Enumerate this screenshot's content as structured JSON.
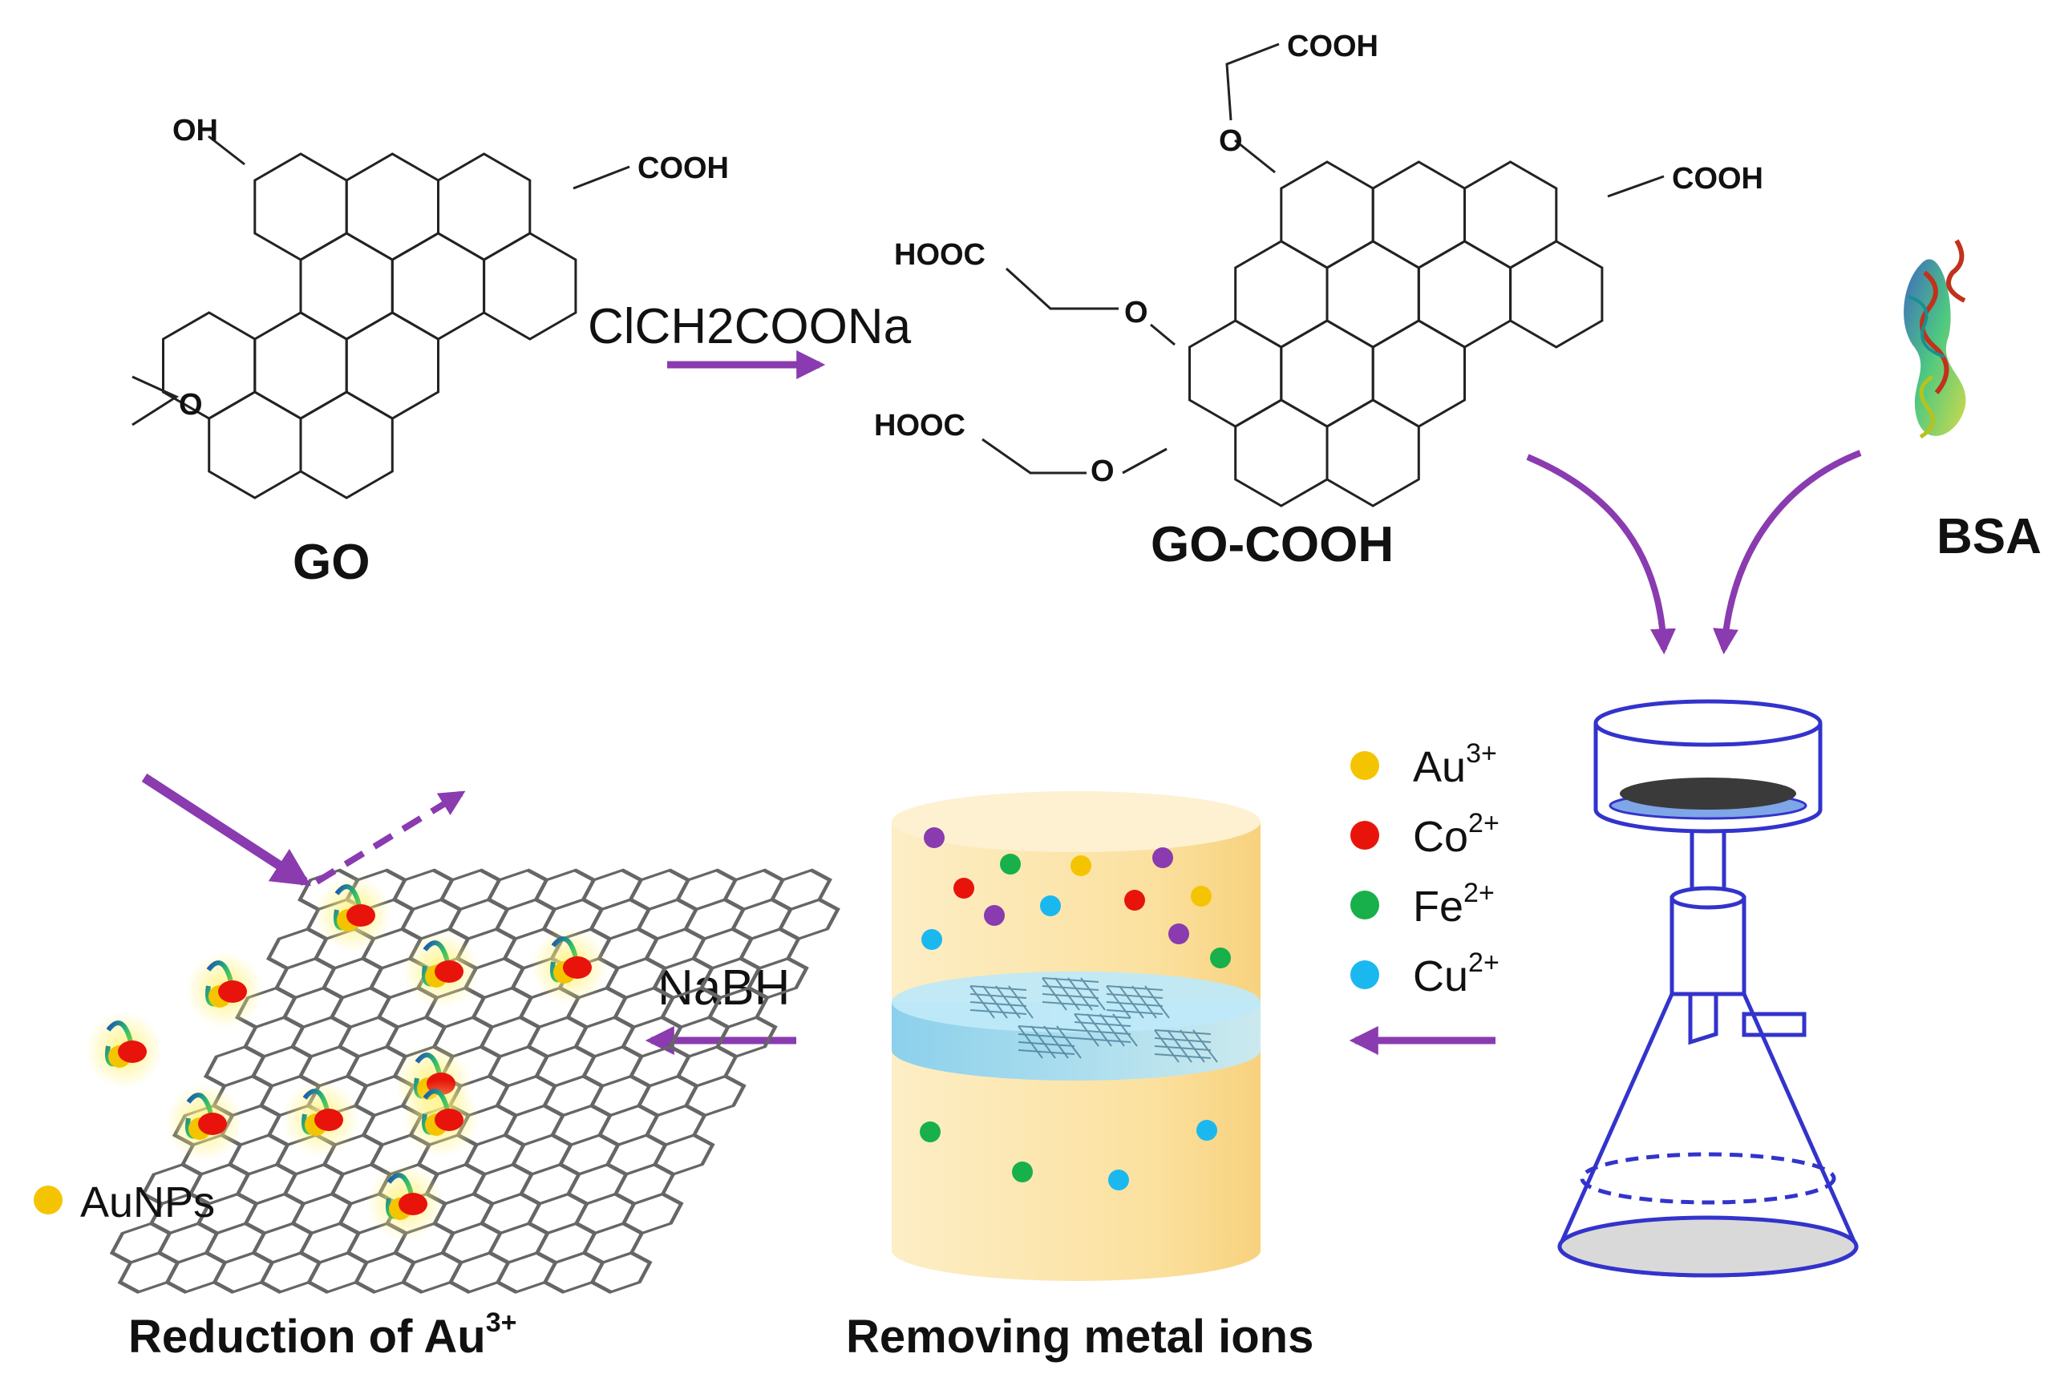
{
  "molecules": {
    "go_label": "GO",
    "go_cooh_label": "GO-COOH",
    "bsa_label": "BSA",
    "groups": {
      "oh": "OH",
      "cooh": "COOH",
      "epoxy_o": "O",
      "ether_o": "O",
      "hooc": "HOOC"
    }
  },
  "reagents": {
    "chloroacetate": "ClCH2COONa",
    "nabh": "NaBH"
  },
  "steps": {
    "reduction_main": "Reduction of Au",
    "reduction_sup": "3+",
    "removing": "Removing metal ions"
  },
  "legend": {
    "ions": [
      {
        "base": "Au",
        "charge": "3+",
        "color": "#f5c400"
      },
      {
        "base": "Co",
        "charge": "2+",
        "color": "#e8140c"
      },
      {
        "base": "Fe",
        "charge": "2+",
        "color": "#17b04a"
      },
      {
        "base": "Cu",
        "charge": "2+",
        "color": "#1bb8ef"
      }
    ],
    "aunps": {
      "label": "AuNPs",
      "color": "#f5c400"
    }
  },
  "colors": {
    "arrow": "#8a3bb0",
    "flask": "#3333cc",
    "membrane": "#3a3a3a",
    "cylinder": "#fbe3a8",
    "layer": "#9fd9f2",
    "bond": "#222222"
  }
}
